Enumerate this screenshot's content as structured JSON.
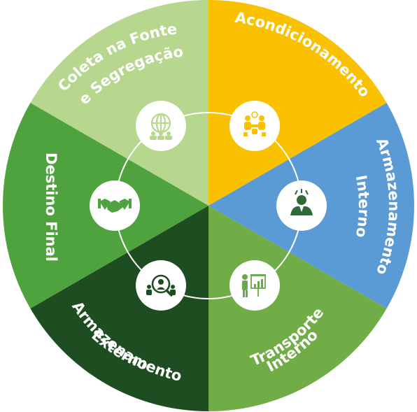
{
  "segments": [
    {
      "id": "coleta",
      "lines": [
        "Coleta na Fonte",
        "e Segregação"
      ],
      "color": "#b6d78d",
      "icon": "globe-people-icon",
      "icon_color": "#b6d78d"
    },
    {
      "id": "acondicionamento",
      "lines": [
        "Acondicionamento"
      ],
      "color": "#f9c100",
      "icon": "team-meeting-icon",
      "icon_color": "#f9c100"
    },
    {
      "id": "armazenamento-interno",
      "lines": [
        "Armazenamento",
        "Interno"
      ],
      "color": "#5b9bd5",
      "icon": "businessman-icon",
      "icon_color": "#2e6b3a"
    },
    {
      "id": "transporte-interno",
      "lines": [
        "Transporte",
        "Interno"
      ],
      "color": "#70ad47",
      "icon": "presentation-chart-icon",
      "icon_color": "#6aa84f"
    },
    {
      "id": "armazenamento-externo",
      "lines": [
        "Armazenamento",
        "Externo"
      ],
      "color": "#1e4d22",
      "icon": "magnifier-people-icon",
      "icon_color": "#1e4d22"
    },
    {
      "id": "destino-final",
      "lines": [
        "Destino Final"
      ],
      "color": "#4fa33f",
      "icon": "handshake-icon",
      "icon_color": "#4fa33f"
    }
  ]
}
